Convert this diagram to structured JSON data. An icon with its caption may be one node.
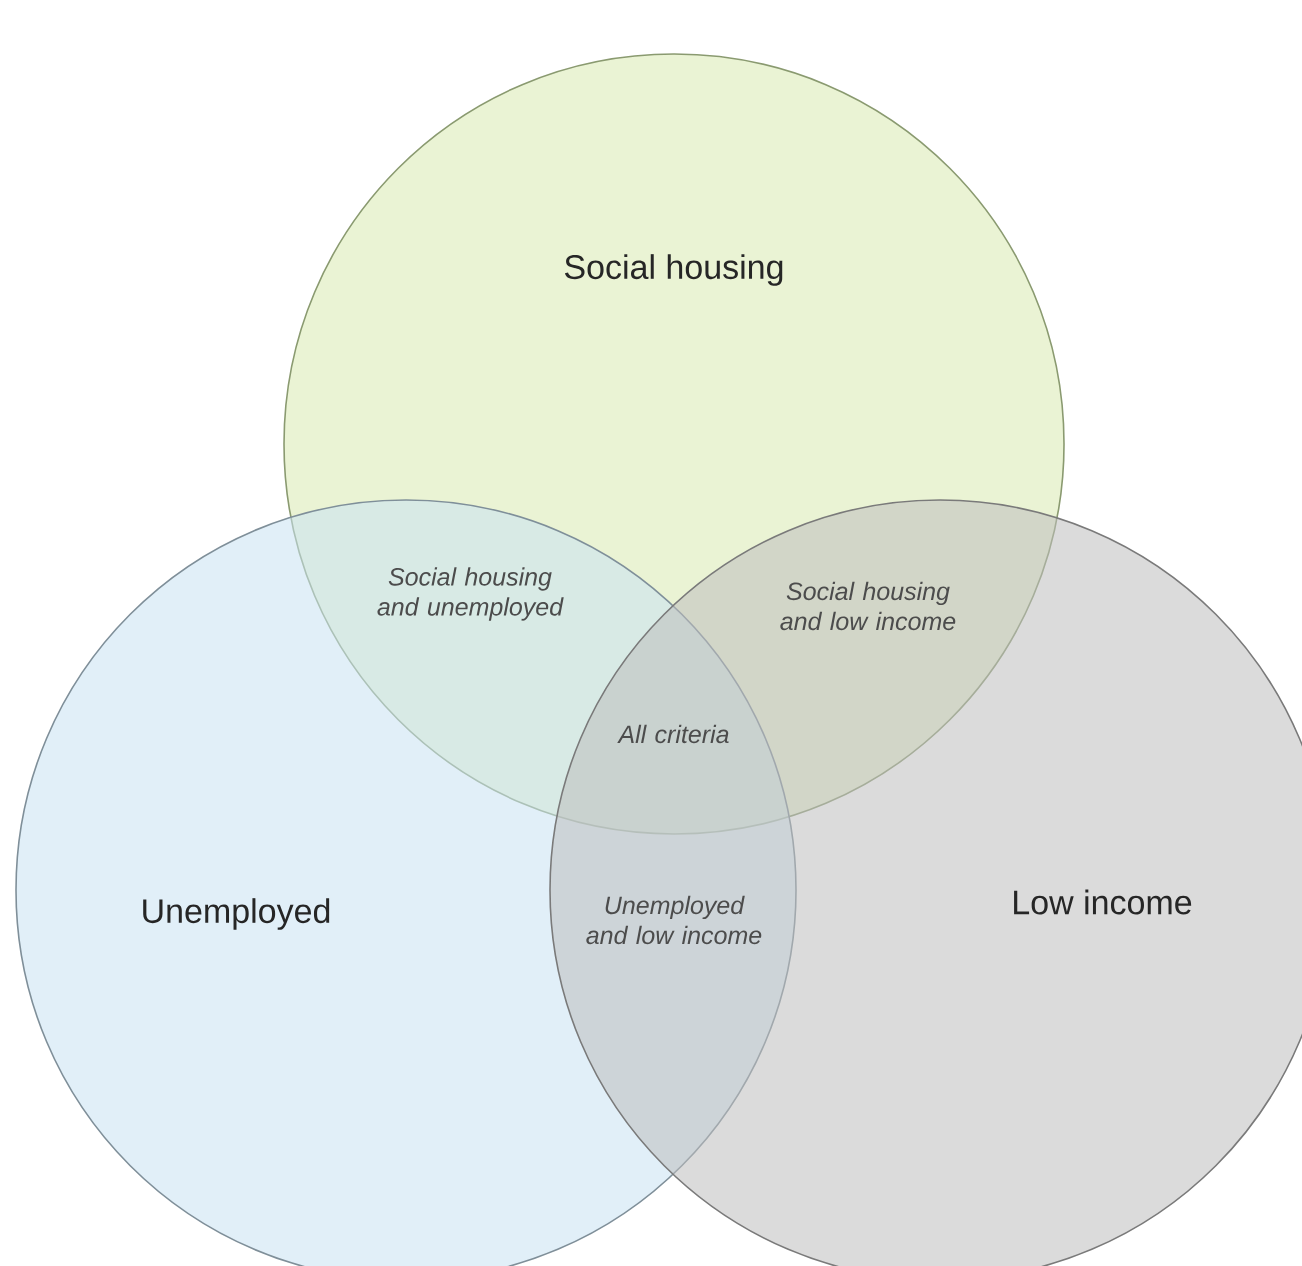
{
  "diagram": {
    "nodes": [
      {
        "text": [
          "Social housing"
        ]
      },
      {
        "text": [
          "Unemployed"
        ]
      },
      {
        "text": [
          "Low income"
        ]
      }
    ],
    "labels": [
      "Social housing and unemployed",
      "Social housing and low income",
      "All criteria",
      "Unemployed and low income"
    ]
  }
}
